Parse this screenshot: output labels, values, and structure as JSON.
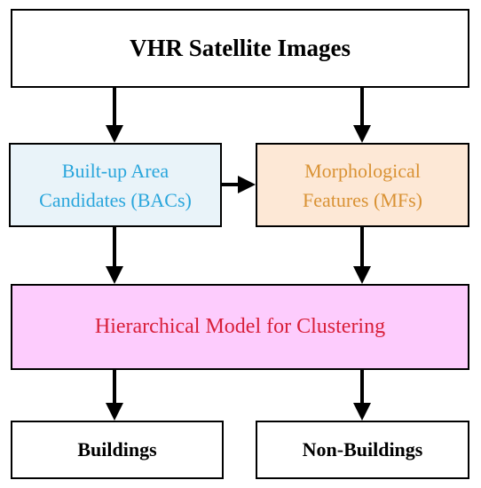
{
  "diagram": {
    "source": {
      "label": "VHR Satellite Images"
    },
    "bac": {
      "line1": "Built-up Area",
      "line2": "Candidates (BACs)"
    },
    "mf": {
      "line1": "Morphological",
      "line2": "Features (MFs)"
    },
    "model": {
      "label": "Hierarchical Model for Clustering"
    },
    "buildings": {
      "label": "Buildings"
    },
    "non_buildings": {
      "label": "Non-Buildings"
    }
  },
  "colors": {
    "bac_text": "#2aa6dc",
    "bac_fill": "#e9f3f9",
    "mf_text": "#d99234",
    "mf_fill": "#fde8d6",
    "model_text": "#d81f3a",
    "model_fill": "#fdccfd",
    "line": "#000000"
  }
}
